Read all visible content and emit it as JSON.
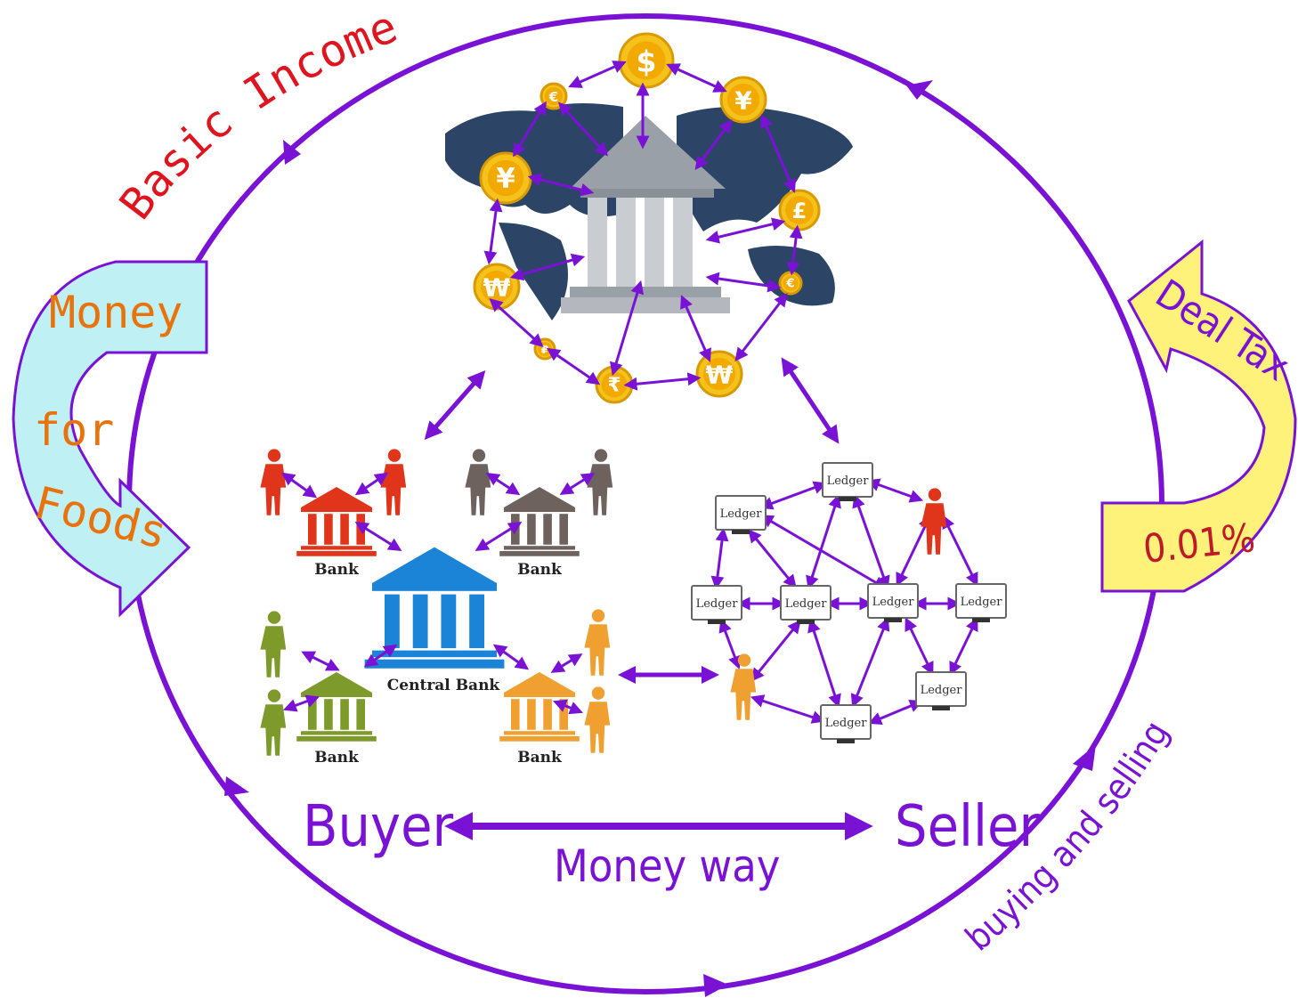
{
  "labels": {
    "basic_income": "Basic Income",
    "money_for_foods": [
      "Money",
      "for",
      "Foods"
    ],
    "deal_tax": "Deal Tax",
    "tax_rate": "0.01%",
    "buyer": "Buyer",
    "seller": "Seller",
    "money_way": "Money way",
    "buying_and_selling": "buying and selling",
    "central_bank": "Central Bank",
    "bank": "Bank",
    "ledger": "Ledger"
  },
  "currencies": [
    "$",
    "¥",
    "£",
    "€",
    "₩",
    "₹",
    "₽",
    "₩",
    "¥",
    "€"
  ],
  "colors": {
    "cycle": "#7a12d6",
    "money_arrow_fill": "#bff0f4",
    "tax_arrow_fill": "#fff27a",
    "central_bank": "#1c84d6",
    "bank_red": "#e0351a",
    "bank_gray": "#6e625e",
    "bank_olive": "#7d9a2b",
    "bank_orange": "#f0a030",
    "coin": "#f5c21b",
    "map": "#2c4466"
  }
}
